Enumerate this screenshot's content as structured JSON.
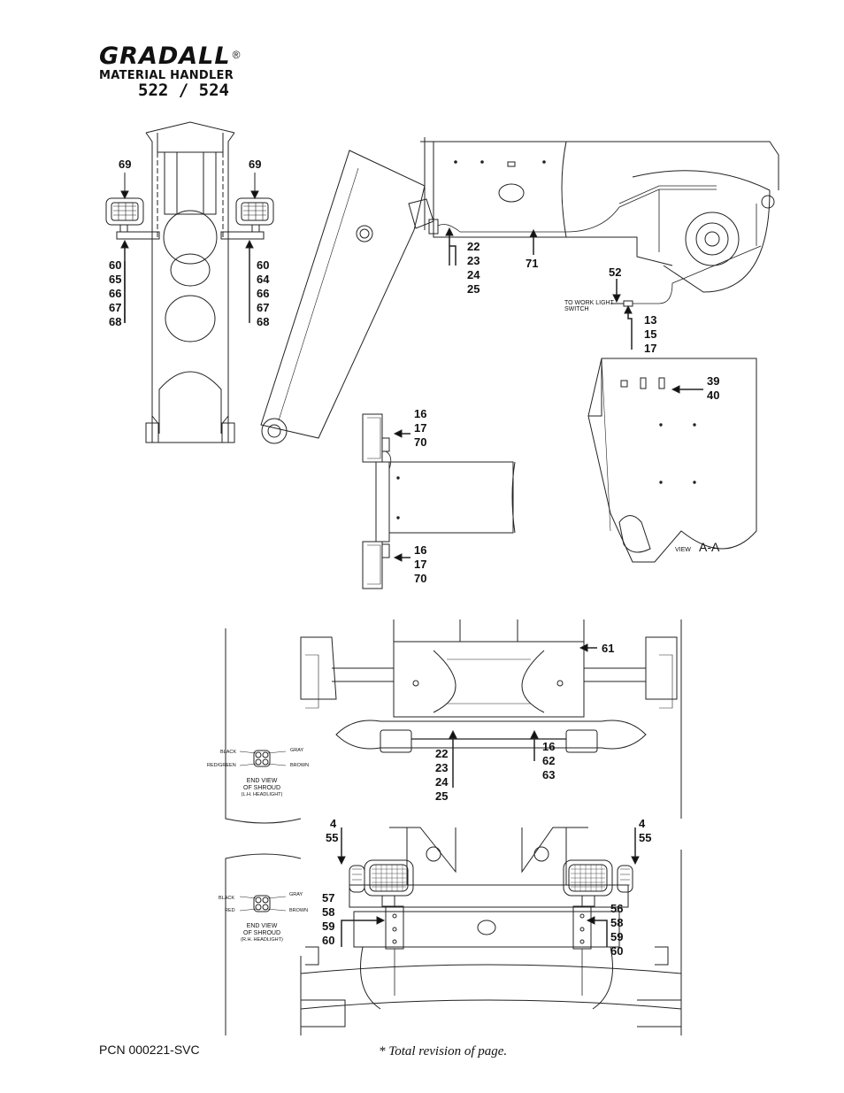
{
  "brand": {
    "name": "GRADALL",
    "reg_mark": "®",
    "product_line": "MATERIAL HANDLER",
    "models": "522 / 524"
  },
  "footer": {
    "pcn": "PCN  000221-SVC",
    "revision_note": "* Total revision of page."
  },
  "callouts": {
    "top_left_lamp_left": "69",
    "top_left_lamp_right": "69",
    "left_bracket_group": [
      "60",
      "65",
      "66",
      "67",
      "68"
    ],
    "right_bracket_group": [
      "60",
      "64",
      "66",
      "67",
      "68"
    ],
    "boom_harness_group": [
      "22",
      "23",
      "24",
      "25"
    ],
    "boom_harness_item": "71",
    "switch_item": "52",
    "switch_wire_group": [
      "13",
      "15",
      "17"
    ],
    "view_aa_group": [
      "39",
      "40"
    ],
    "front_upper_group": [
      "16",
      "17",
      "70"
    ],
    "front_lower_group": [
      "16",
      "17",
      "70"
    ],
    "chassis_top_item": "61",
    "chassis_harness_group": [
      "22",
      "23",
      "24",
      "25"
    ],
    "chassis_right_group": [
      "16",
      "62",
      "63"
    ],
    "lamp_left_group": [
      "4",
      "55"
    ],
    "lamp_right_group": [
      "4",
      "55"
    ],
    "mount_left_group": [
      "57",
      "58",
      "59",
      "60"
    ],
    "mount_right_group": [
      "56",
      "58",
      "59",
      "60"
    ]
  },
  "notes": {
    "to_work_light_switch": [
      "TO WORK LIGHT",
      "SWITCH"
    ],
    "view_label": "VIEW",
    "view_id": "A-A"
  },
  "shroud_lh": {
    "title": [
      "END VIEW",
      "OF SHROUD"
    ],
    "sub": "(L.H. HEADLIGHT)",
    "wires": {
      "top_left": "BLACK",
      "top_right": "GRAY",
      "bottom_left": "RED/GREEN",
      "bottom_right": "BROWN"
    }
  },
  "shroud_rh": {
    "title": [
      "END VIEW",
      "OF SHROUD"
    ],
    "sub": "(R.H. HEADLIGHT)",
    "wires": {
      "top_left": "BLACK",
      "top_right": "GRAY",
      "bottom_left": "RED",
      "bottom_right": "BROWN"
    }
  }
}
